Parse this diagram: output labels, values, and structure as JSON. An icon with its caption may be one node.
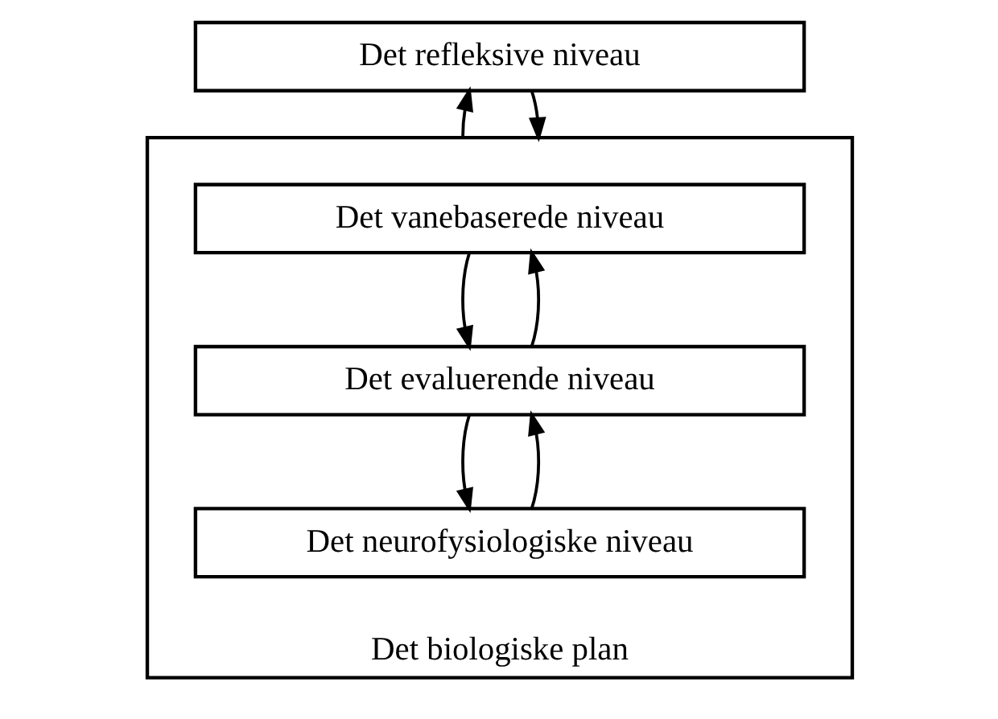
{
  "diagram": {
    "nodes": [
      {
        "text": [
          "Det refleksive niveau"
        ]
      },
      {
        "text": [
          "Det biologiske plan"
        ]
      },
      {
        "text": [
          "Det vanebaserede niveau"
        ],
        "in": 1
      },
      {
        "text": [
          "Det evaluerende niveau"
        ],
        "in": 1
      },
      {
        "text": [
          "Det neurofysiologiske niveau"
        ],
        "in": 1
      }
    ],
    "edges": [
      {
        "from": 1,
        "to": 0,
        "arrow": "to"
      },
      {
        "from": 0,
        "to": 1,
        "arrow": "to"
      },
      {
        "from": 3,
        "to": 2,
        "arrow": "to"
      },
      {
        "from": 2,
        "to": 3,
        "arrow": "to"
      },
      {
        "from": 4,
        "to": 3,
        "arrow": "to"
      },
      {
        "from": 3,
        "to": 4,
        "arrow": "to"
      }
    ]
  }
}
